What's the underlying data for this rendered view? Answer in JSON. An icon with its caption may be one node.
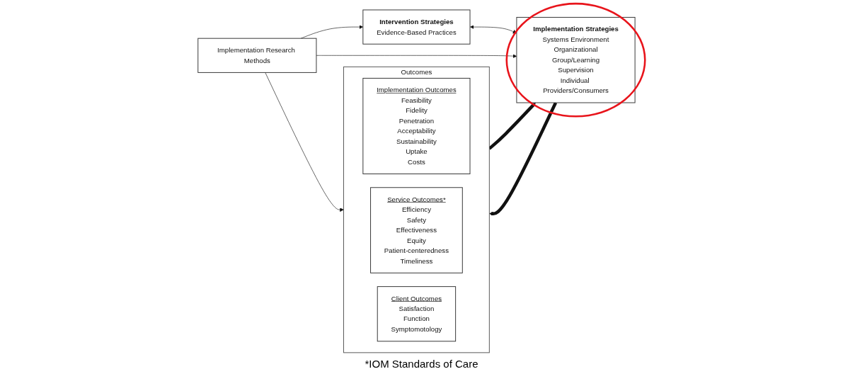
{
  "diagram": {
    "nodes": [
      {
        "text": [
          "Intervention Strategies",
          "Evidence-Based Practices"
        ]
      },
      {
        "text": [
          "Implementation Strategies",
          "Systems Environment",
          "Organizational",
          "Group/Learning",
          "Supervision",
          "Individual Providers/Consumers"
        ]
      },
      {
        "text": [
          "Outcomes"
        ]
      },
      {
        "text": [
          "Implementation Outcomes",
          "Feasibility",
          "Fidelity",
          "Penetration",
          "Acceptability",
          "Sustainability",
          "Uptake",
          "Costs"
        ],
        "in": 2
      },
      {
        "text": [
          "Service Outcomes*",
          "Efficiency",
          "Safety",
          "Effectiveness",
          "Equity",
          "Patient-centeredness",
          "Timeliness"
        ],
        "in": 2
      },
      {
        "text": [
          "Client Outcomes",
          "Satisfaction",
          "Function",
          "Symptomotology"
        ],
        "in": 2
      },
      {
        "text": [
          "Implementation Research Methods"
        ]
      }
    ],
    "edges": [
      {
        "from": 0,
        "to": 1,
        "arrow": "both"
      },
      {
        "from": 1,
        "to": 2,
        "arrow": "to",
        "style": "thick"
      },
      {
        "from": 2,
        "to": 1,
        "arrow": "to",
        "style": "thick"
      },
      {
        "from": 6,
        "to": 0,
        "arrow": "to"
      },
      {
        "from": 6,
        "to": 1,
        "arrow": "to"
      },
      {
        "from": 6,
        "to": 2,
        "arrow": "to"
      }
    ],
    "labels": [
      "*IOM Standards of Care"
    ]
  }
}
